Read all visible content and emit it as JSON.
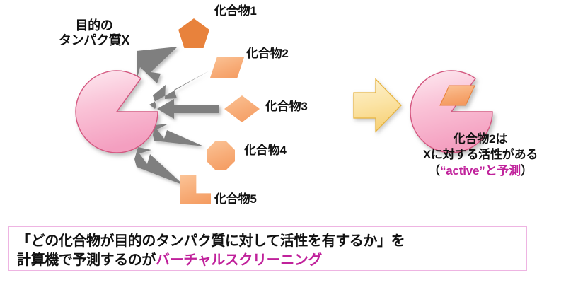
{
  "diagram": {
    "protein": {
      "label_line1": "目的の",
      "label_line2": "タンパク質X",
      "shape_name": "pacman-protein"
    },
    "compounds": [
      {
        "id": 1,
        "label": "化合物1",
        "shape": "pentagon"
      },
      {
        "id": 2,
        "label": "化合物2",
        "shape": "parallelogram"
      },
      {
        "id": 3,
        "label": "化合物3",
        "shape": "diamond"
      },
      {
        "id": 4,
        "label": "化合物4",
        "shape": "octagon"
      },
      {
        "id": 5,
        "label": "化合物5",
        "shape": "l-shape"
      }
    ],
    "process_arrow": {
      "direction": "right",
      "color": "#fbe3a4"
    },
    "result": {
      "line1": "化合物2は",
      "line2": "Xに対する活性がある",
      "paren_open": "（",
      "prediction": "“active”と予測",
      "paren_close": "）",
      "bound_compound": "化合物2"
    }
  },
  "summary": {
    "line1": "「どの化合物が目的のタンパク質に対して活性を有するか」を",
    "line2_prefix": "計算機で予測するのが",
    "line2_keyword": "バーチャルスクリーニング"
  },
  "colors": {
    "protein_fill_light": "#fde4ee",
    "protein_fill_dark": "#f6a9c6",
    "protein_stroke": "#d4567f",
    "compound_fill": "#f7ab76",
    "compound_stroke": "#e8823c",
    "arrow_gray": "#7f7f7f",
    "process_arrow_fill": "#fbe3a4",
    "process_arrow_stroke": "#e8b33c",
    "keyword_magenta": "#c0219b",
    "box_border": "#eeb4e2"
  }
}
